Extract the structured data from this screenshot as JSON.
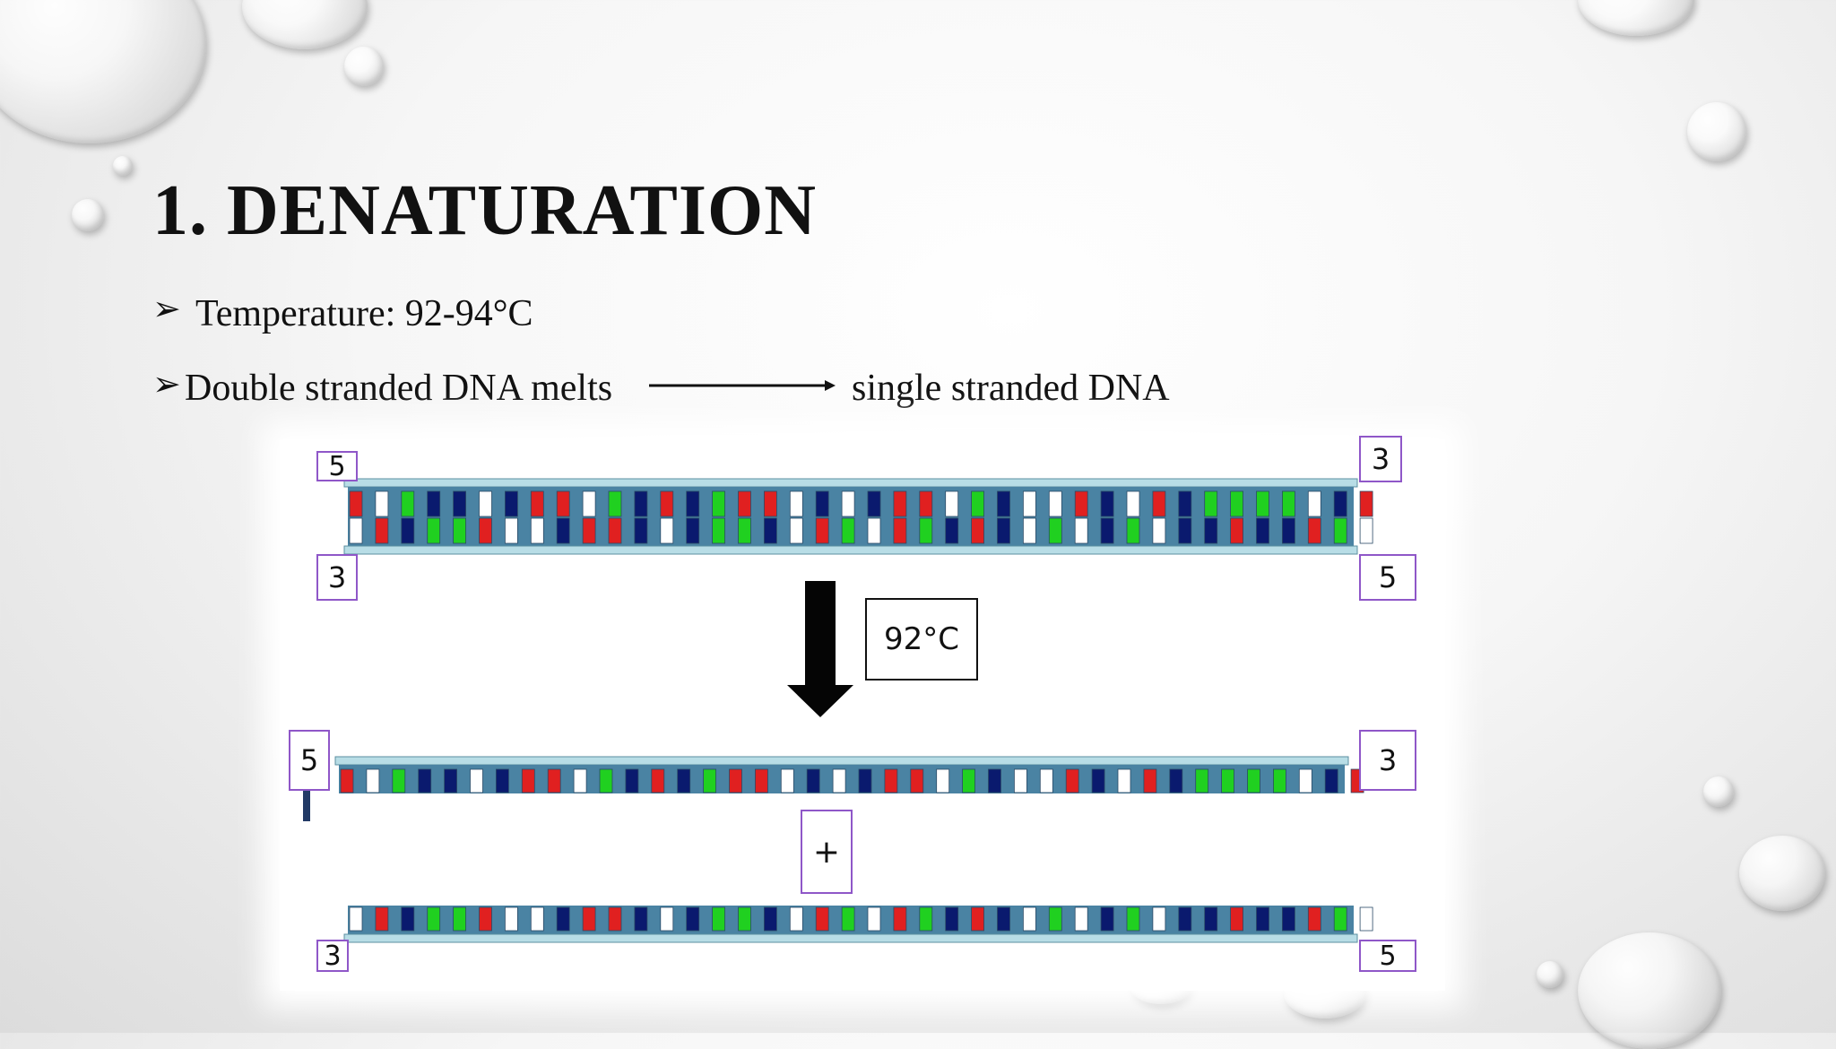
{
  "slide": {
    "title": "1. DENATURATION",
    "bullets": [
      {
        "text": "Temperature: 92-94°C"
      },
      {
        "text": "Double stranded DNA melts",
        "result": "single stranded DNA"
      }
    ]
  },
  "diagram": {
    "temperature_label": "92°C",
    "plus": "+",
    "end_labels": {
      "top_left": "5",
      "top_right": "3",
      "middle_left": "3",
      "middle_right": "5",
      "single_a_left": "5",
      "single_a_right": "3",
      "single_b_left": "3",
      "single_b_right": "5"
    },
    "base_colors": {
      "R": "#e02020",
      "W": "#ffffff",
      "G": "#20d020",
      "B": "#0a1a6e",
      "K": "#111111"
    },
    "upper_strand_bases": "RWGBBWBRRWGBRBGRRWBWBRRWGBWWRBWRBGGGGWBR",
    "lower_strand_bases": "WRBGGRWWBRRBWBGGBWRGWRGBRBWGWBGWBBRBBRGW"
  }
}
